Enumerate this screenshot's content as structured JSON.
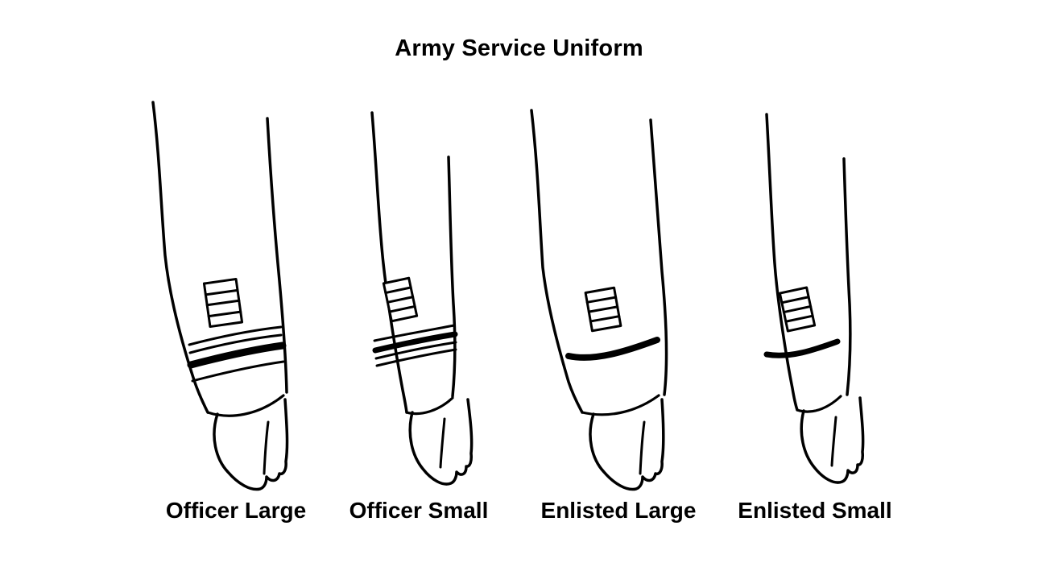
{
  "page": {
    "title": "Army Service Uniform",
    "background_color": "#ffffff",
    "ink_color": "#000000"
  },
  "figures": [
    {
      "id": "officer-large",
      "label": "Officer Large",
      "rank_type": "officer",
      "sleeve_size": "large",
      "stripe_patch_bands": 4,
      "cuff_braid": "wide braid with narrow braids above and below"
    },
    {
      "id": "officer-small",
      "label": "Officer Small",
      "rank_type": "officer",
      "sleeve_size": "small",
      "stripe_patch_bands": 4,
      "cuff_braid": "wide braid with narrow braids above and below"
    },
    {
      "id": "enlisted-large",
      "label": "Enlisted Large",
      "rank_type": "enlisted",
      "sleeve_size": "large",
      "stripe_patch_bands": 4,
      "cuff_braid": "single wide braid"
    },
    {
      "id": "enlisted-small",
      "label": "Enlisted Small",
      "rank_type": "enlisted",
      "sleeve_size": "small",
      "stripe_patch_bands": 4,
      "cuff_braid": "single wide braid"
    }
  ]
}
